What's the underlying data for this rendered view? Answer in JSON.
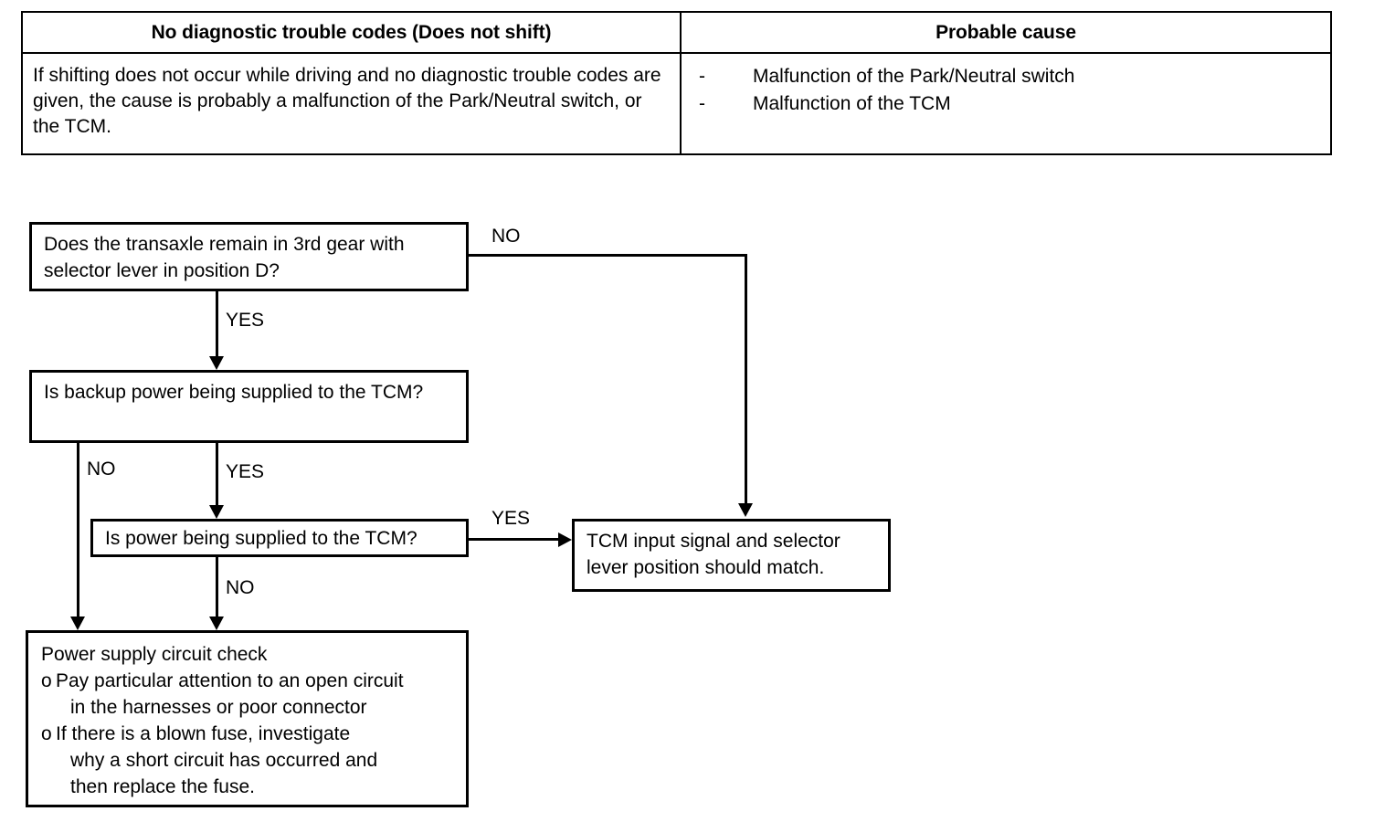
{
  "table": {
    "headers": [
      "No diagnostic trouble codes (Does not shift)",
      "Probable cause"
    ],
    "symptom": "If shifting does not occur while driving and no diagnostic trouble codes are given, the cause is probably a malfunction of the Park/Neutral switch, or the TCM.",
    "bullet_glyph": "-",
    "causes": [
      "Malfunction of the Park/Neutral switch",
      "Malfunction of the TCM"
    ]
  },
  "flowchart": {
    "nodes": {
      "q1": "Does the transaxle remain in 3rd gear with selector lever in position D?",
      "q2": "Is backup power being supplied to the TCM?",
      "q3": "Is power being supplied to the TCM?",
      "result": "TCM input signal and selector lever position should match.",
      "action_title": "Power supply circuit check",
      "action_item_1_bullet": "o",
      "action_item_1": "Pay particular attention to an open circuit",
      "action_item_1_cont": "in the harnesses or poor connector",
      "action_item_2_bullet": "o",
      "action_item_2": "If there is a blown fuse, investigate",
      "action_item_2_cont_a": "why a short circuit has occurred and",
      "action_item_2_cont_b": "then replace the fuse."
    },
    "edges": {
      "q1_no": "NO",
      "q1_yes": "YES",
      "q2_no": "NO",
      "q2_yes": "YES",
      "q3_yes": "YES",
      "q3_no": "NO"
    }
  }
}
